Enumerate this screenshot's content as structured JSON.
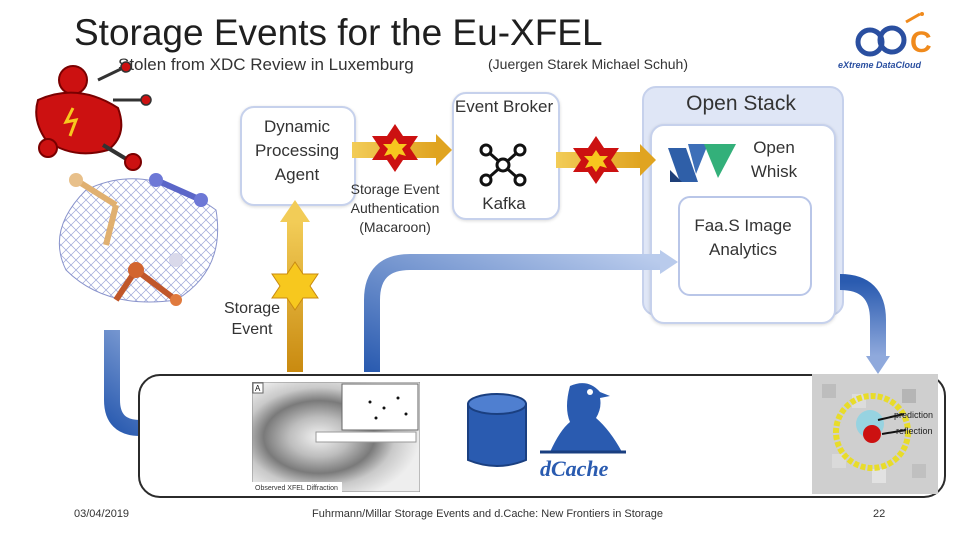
{
  "slide": {
    "title": "Storage Events for the Eu-XFEL",
    "subtitle": "Stolen from XDC Review in Luxemburg",
    "authors": "(Juergen Starek Michael Schuh)",
    "logo_text": "eXtreme DataCloud",
    "logo_letters": "C"
  },
  "diagram": {
    "dpa_label": "Dynamic Processing Agent",
    "sea_label": "Storage Event Authentication (Macaroon)",
    "broker_label": "Event Broker",
    "kafka_label": "Kafka",
    "openstack_label": "Open Stack",
    "openwhisk_label": "Open Whisk",
    "faas_label": "Faa.S Image Analytics",
    "storage_event_label": "Storage Event",
    "dcache_label": "dCache",
    "xfel_caption": "Observed XFEL Diffraction",
    "panel_letter": "A",
    "prediction_label": "prediction",
    "reflection_label": "reflection"
  },
  "footer": {
    "date": "03/04/2019",
    "citation": "Fuhrmann/Millar Storage Events and d.Cache: New Frontiers in Storage",
    "page": "22"
  },
  "colors": {
    "accent_blue": "#2a4fa0",
    "arrow_gold": "#e8b020",
    "star_red": "#cc1111",
    "star_yellow": "#f7c81e"
  }
}
